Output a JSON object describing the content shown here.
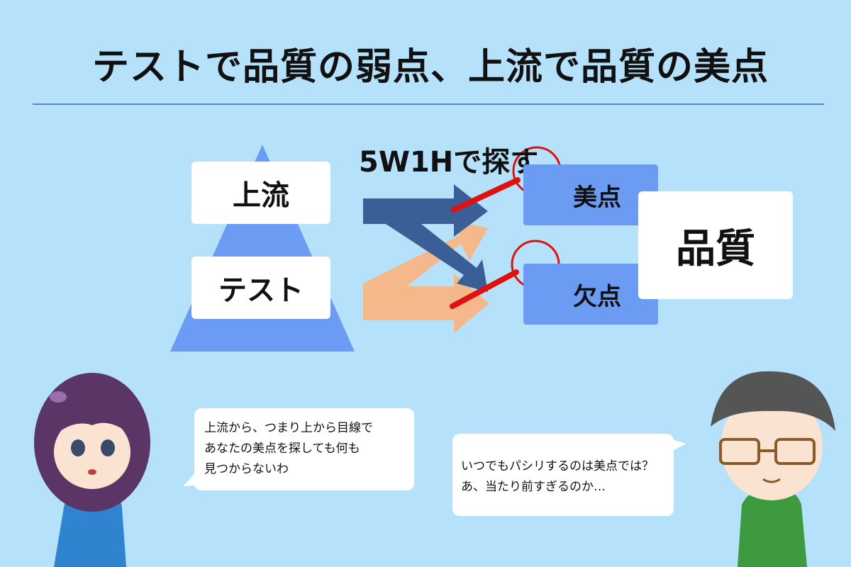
{
  "title": "テストで品質の弱点、上流で品質の美点",
  "diagram": {
    "upstream_label": "上流",
    "test_label": "テスト",
    "search_label": "5W1Hで探す",
    "merit_label": "美点",
    "defect_label": "欠点",
    "quality_label": "品質"
  },
  "colors": {
    "background": "#b5e1fb",
    "pyramid": "#6c9bf4",
    "arrow_upstream": "#3a5e96",
    "arrow_test": "#f5b88a",
    "magnifier": "#e01010"
  },
  "bubbles": {
    "left": {
      "lines": [
        "上流から、つまり上から目線で",
        "あなたの美点を探しても何も",
        "見つからないわ"
      ]
    },
    "right": {
      "lines": [
        "いつでもパシリするのは美点では？",
        "あ、当たり前すぎるのか…"
      ]
    }
  }
}
